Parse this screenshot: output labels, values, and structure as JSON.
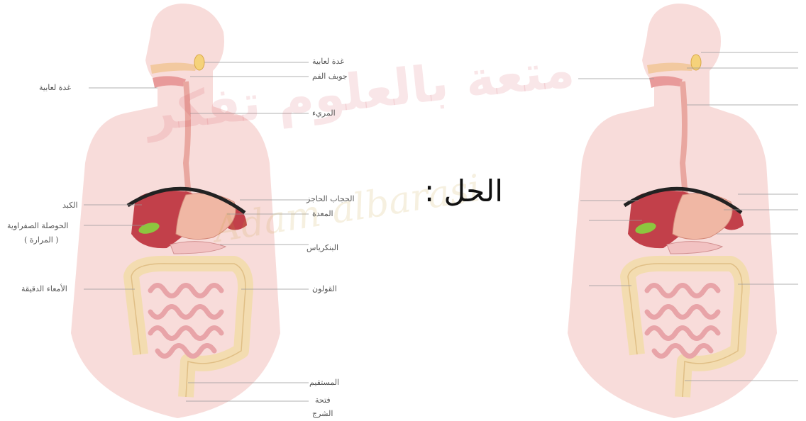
{
  "title": "الحل :",
  "watermark_arabic": "متعة بالعلوم تفكر",
  "watermark_latin": "Adam albarasi",
  "colors": {
    "skin": "#f7d6d4",
    "liver": "#c2404a",
    "stomach": "#f0b7a4",
    "intestine": "#f6e3c4",
    "colon": "#f3dcb0",
    "diaphragm": "#222222",
    "gallbladder": "#8cc63f",
    "gland": "#f5d27a",
    "leader": "#999999"
  },
  "labels": {
    "salivary_right": "غدة لعابية",
    "mouth": "جوبف الفم",
    "salivary_left": "غدة لعابية",
    "esophagus": "المريء",
    "liver": "الكبد",
    "diaphragm": "الحجاب الحاجز",
    "stomach": "المعدة",
    "gallbladder_1": "الحوصلة الصفراوية",
    "gallbladder_2": "( المرارة )",
    "pancreas": "البنكرياس",
    "small_intestine": "الأمعاء الدقيقة",
    "colon": "القولون",
    "rectum": "المستقيم",
    "anus_1": "فتحة",
    "anus_2": "الشرج"
  }
}
